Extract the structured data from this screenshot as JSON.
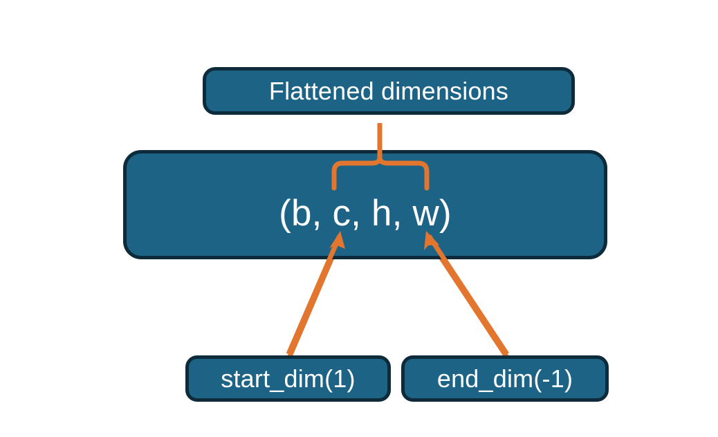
{
  "diagram": {
    "title_node": "Flattened dimensions",
    "shape_node": "(b, c, h, w)",
    "start_dim_node": "start_dim(1)",
    "end_dim_node": "end_dim(-1)",
    "colors": {
      "node_fill": "#1d6386",
      "node_border": "#0d2b3a",
      "connector": "#e2762e",
      "node_text": "#ffffff",
      "background": "#ffffff"
    },
    "connectors": {
      "brace_label": "flattened-range-brace",
      "brace_spans": "c, h, w",
      "stem_label": "brace-stem-line",
      "start_arrow_label": "start-dim-arrow",
      "start_arrow_points_to": "c",
      "end_arrow_label": "end-dim-arrow",
      "end_arrow_points_to": "w"
    }
  }
}
